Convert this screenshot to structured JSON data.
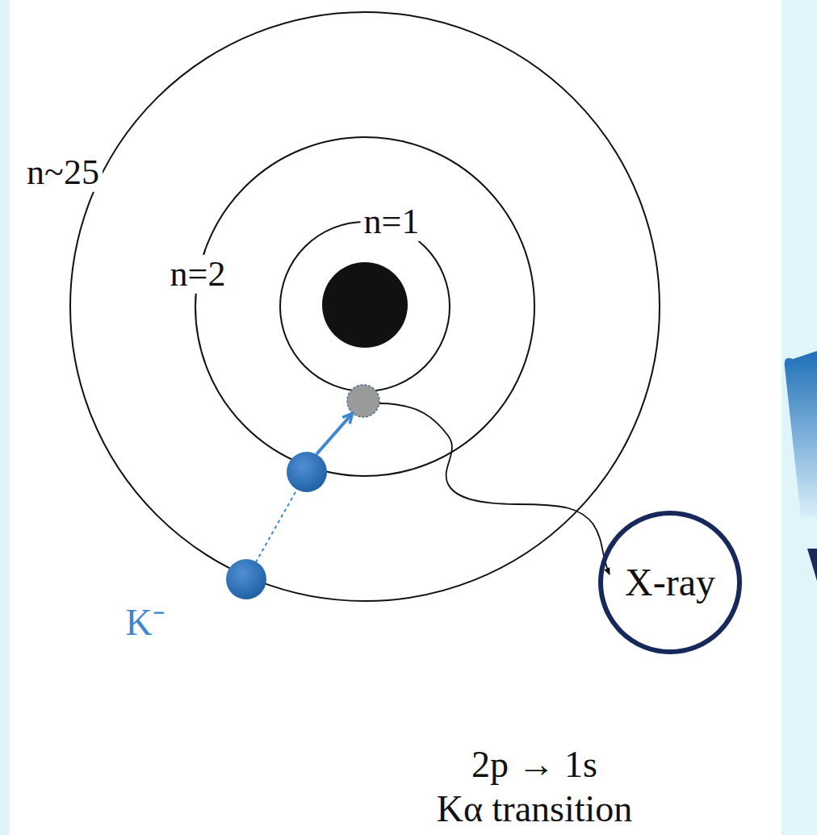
{
  "diagram": {
    "nodes": [
      {
        "text": [
          "X-ray"
        ]
      }
    ],
    "labels": [
      "n~25",
      "n=1",
      "n=2",
      "K⁻",
      "2p → 1s",
      "Kα transition"
    ]
  }
}
